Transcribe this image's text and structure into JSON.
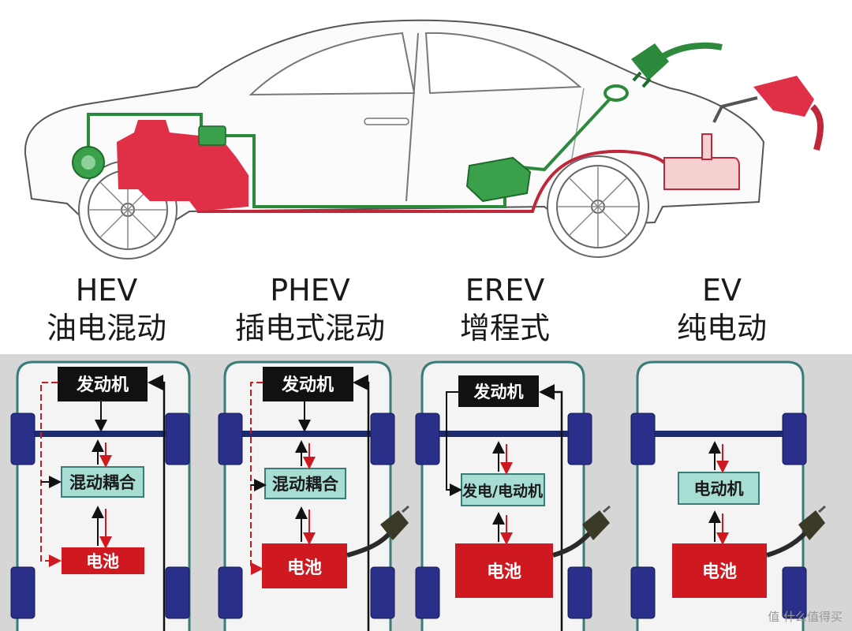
{
  "columns": [
    {
      "code": "HEV",
      "name": "油电混动",
      "engine": "发动机",
      "unit": "混动耦合",
      "battery": "电池"
    },
    {
      "code": "PHEV",
      "name": "插电式混动",
      "engine": "发动机",
      "unit": "混动耦合",
      "battery": "电池"
    },
    {
      "code": "EREV",
      "name": "增程式",
      "engine": "发动机",
      "unit": "发电/电动机",
      "battery": "电池"
    },
    {
      "code": "EV",
      "name": "纯电动",
      "engine": "",
      "unit": "电动机",
      "battery": "电池"
    }
  ],
  "watermark": "值 什么值得买",
  "colors": {
    "engine_red": "#e03048",
    "electric_green": "#2d8a3c",
    "box_black": "#111111",
    "box_teal": "#a8ddd3",
    "box_red": "#d01820",
    "axle_navy": "#1e2a6e"
  }
}
